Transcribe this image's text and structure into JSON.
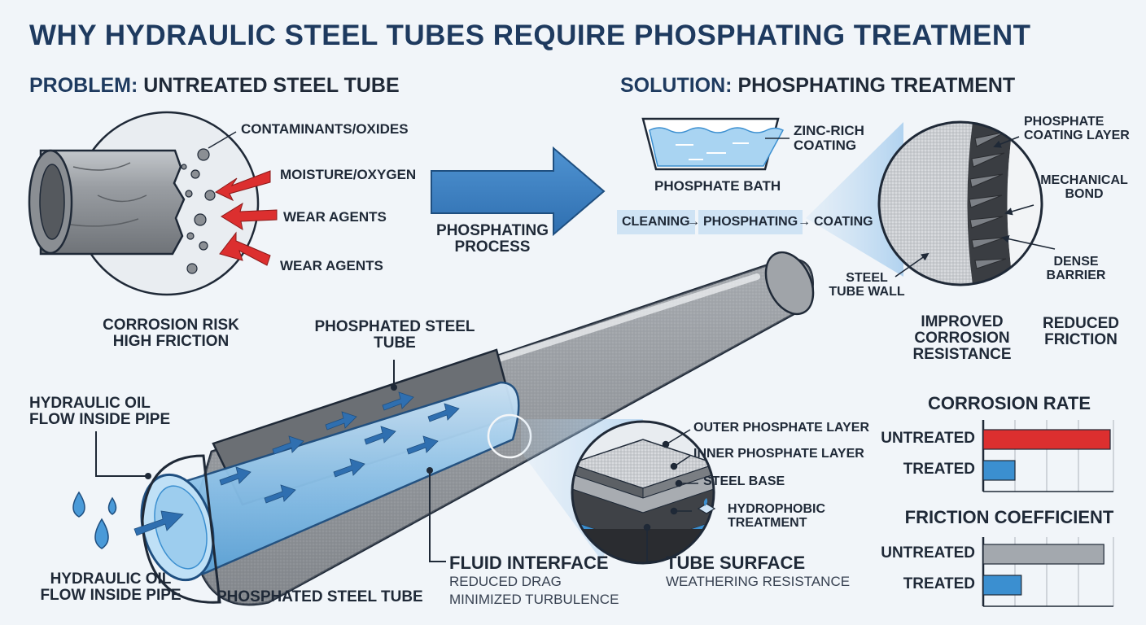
{
  "title": "WHY HYDRAULIC STEEL TUBES REQUIRE PHOSPHATING TREATMENT",
  "problem": {
    "prefix": "PROBLEM:",
    "heading": "UNTREATED STEEL TUBE",
    "labels": {
      "contaminants": "CONTAMINANTS/OXIDES",
      "moisture": "MOISTURE/OXYGEN",
      "wear1": "WEAR AGENTS",
      "wear2": "WEAR AGENTS"
    },
    "risk_line1": "CORROSION RISK",
    "risk_line2": "HIGH FRICTION"
  },
  "process": {
    "line1": "PHOSPHATING",
    "line2": "PROCESS"
  },
  "solution": {
    "prefix": "SOLUTION:",
    "heading": "PHOSPHATING TREATMENT",
    "bath_label": "PHOSPHATE BATH",
    "zinc_line1": "ZINC-RICH",
    "zinc_line2": "COATING",
    "steps": [
      "CLEANING",
      "PHOSPHATING",
      "COATING"
    ],
    "step_arrow": "→",
    "detail": {
      "phosphate_line1": "PHOSPHATE",
      "phosphate_line2": "COATING LAYER",
      "bond_line1": "MECHANICAL",
      "bond_line2": "BOND",
      "barrier_line1": "DENSE",
      "barrier_line2": "BARRIER",
      "wall_line1": "STEEL",
      "wall_line2": "TUBE WALL"
    },
    "benefit1_line1": "IMPROVED",
    "benefit1_line2": "CORROSION",
    "benefit1_line3": "RESISTANCE",
    "benefit2_line1": "REDUCED",
    "benefit2_line2": "FRICTION"
  },
  "tube": {
    "top_label_line1": "PHOSPHATED STEEL",
    "top_label_line2": "TUBE",
    "bottom_label": "PHOSPHATED STEEL TUBE",
    "oil_top_line1": "HYDRAULIC OIL",
    "oil_top_line2": "FLOW INSIDE PIPE",
    "oil_bottom_line1": "HYDRAULIC OIL",
    "oil_bottom_line2": "FLOW INSIDE PIPE",
    "fluid_title": "FLUID INTERFACE",
    "fluid_line1": "REDUCED DRAG",
    "fluid_line2": "MINIMIZED TURBULENCE"
  },
  "layers": {
    "outer": "OUTER PHOSPHATE LAYER",
    "inner": "INNER PHOSPHATE LAYER",
    "base": "STEEL BASE",
    "hydro_line1": "HYDROPHOBIC",
    "hydro_line2": "TREATMENT",
    "surface_title": "TUBE SURFACE",
    "surface_sub": "WEATHERING RESISTANCE"
  },
  "colors": {
    "title_blue": "#1e3a5f",
    "arrow_blue": "#3b7fc4",
    "untreated_red": "#dc2f2f",
    "treated_blue": "#3b8fd0",
    "untreated_gray": "#a3a8ae",
    "steel_gray": "#8d9196"
  },
  "chart_data": [
    {
      "type": "bar",
      "orientation": "horizontal",
      "title": "CORROSION RATE",
      "categories": [
        "UNTREATED",
        "TREATED"
      ],
      "values": [
        1.0,
        0.25
      ],
      "colors": [
        "#dc2f2f",
        "#3b8fd0"
      ],
      "grid": true
    },
    {
      "type": "bar",
      "orientation": "horizontal",
      "title": "FRICTION COEFFICIENT",
      "categories": [
        "UNTREATED",
        "TREATED"
      ],
      "values": [
        0.95,
        0.3
      ],
      "colors": [
        "#a3a8ae",
        "#3b8fd0"
      ],
      "grid": true
    }
  ]
}
